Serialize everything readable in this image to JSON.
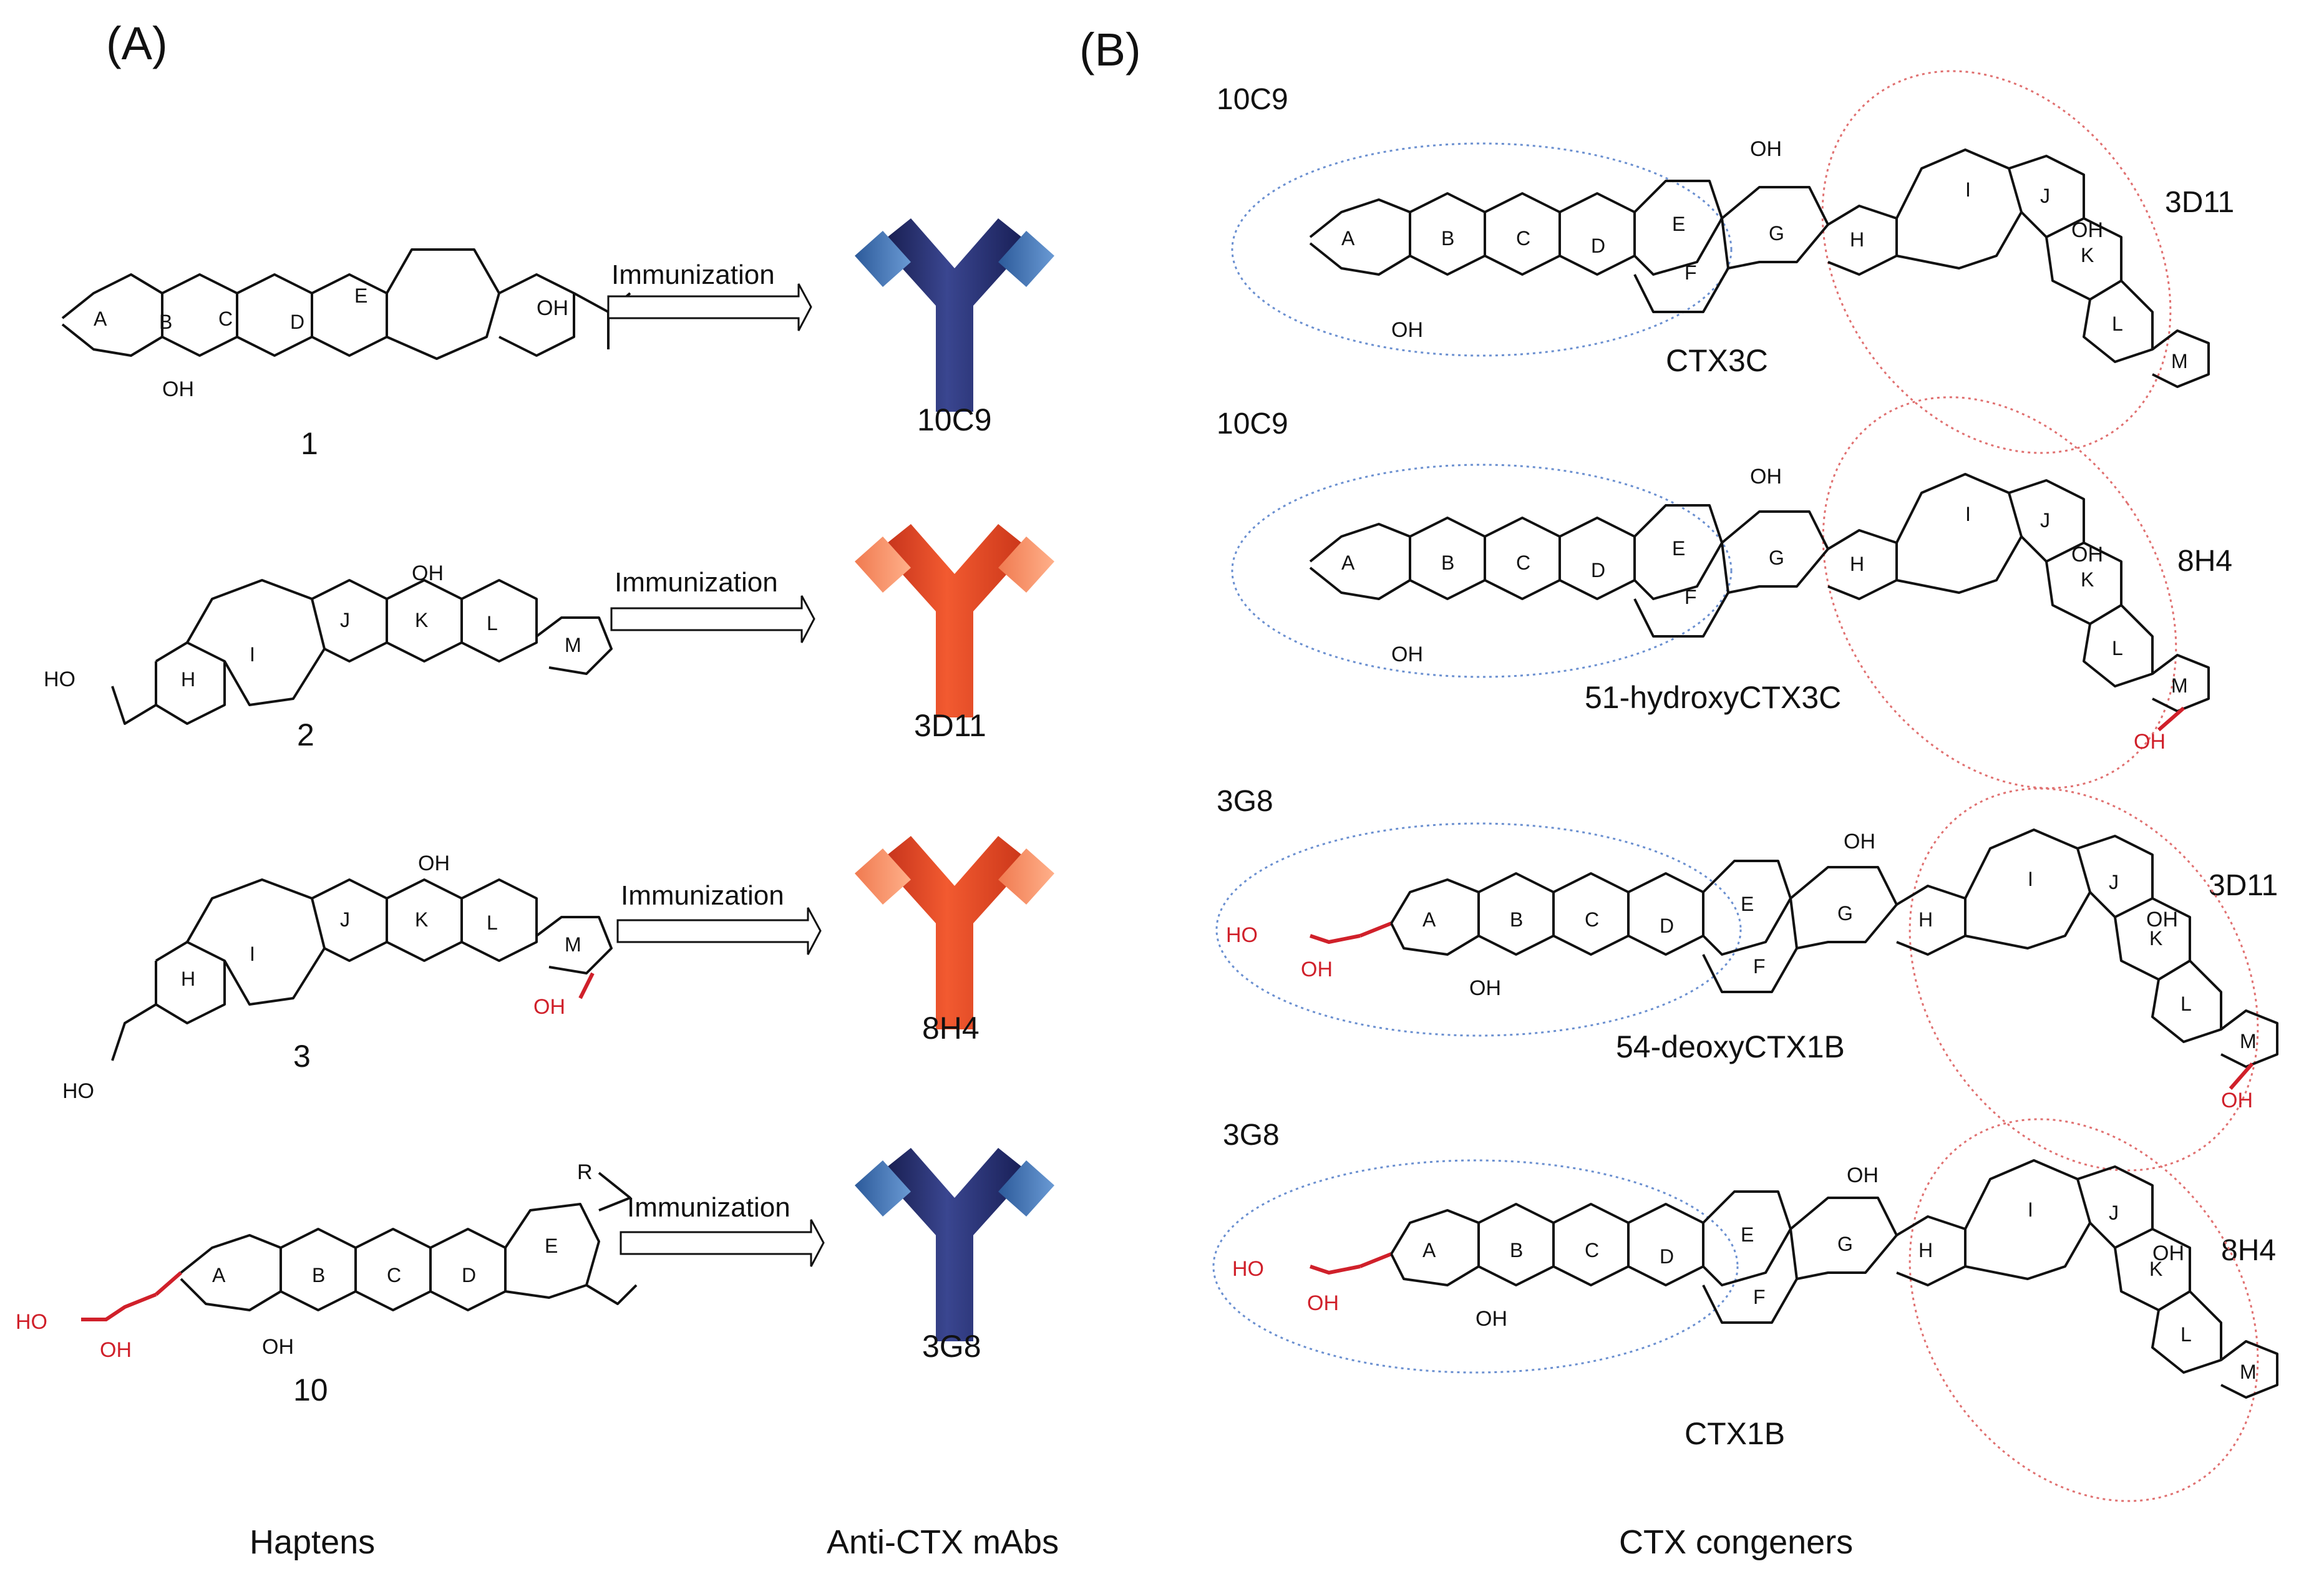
{
  "panels": {
    "a": "(A)",
    "b": "(B)"
  },
  "colors": {
    "blue_antibody": "#26306f",
    "red_antibody": "#e6482a",
    "blue_ellipse": "#6a8fd0",
    "red_ellipse": "#e07070",
    "highlight": "#d0202a"
  },
  "immunization_label": "Immunization",
  "haptens": [
    {
      "number": "1",
      "rings": [
        "A",
        "B",
        "C",
        "D",
        "E"
      ],
      "substituents": [
        "OH",
        "OH"
      ],
      "antibody": "10C9",
      "antibody_color": "blue"
    },
    {
      "number": "2",
      "rings": [
        "H",
        "I",
        "J",
        "K",
        "L",
        "M"
      ],
      "substituents": [
        "OH",
        "HO"
      ],
      "antibody": "3D11",
      "antibody_color": "red"
    },
    {
      "number": "3",
      "rings": [
        "H",
        "I",
        "J",
        "K",
        "L",
        "M"
      ],
      "substituents": [
        "OH",
        "HO",
        "OH"
      ],
      "antibody": "8H4",
      "antibody_color": "red"
    },
    {
      "number": "10",
      "rings": [
        "A",
        "B",
        "C",
        "D",
        "E"
      ],
      "substituents": [
        "R",
        "OH",
        "HO",
        "OH"
      ],
      "antibody": "3G8",
      "antibody_color": "blue"
    }
  ],
  "congeners": [
    {
      "name": "CTX3C",
      "left_mab": "10C9",
      "right_mab": "3D11",
      "rings": [
        "A",
        "B",
        "C",
        "D",
        "E",
        "F",
        "G",
        "H",
        "I",
        "J",
        "K",
        "L",
        "M"
      ],
      "substituents": [
        "OH",
        "OH",
        "OH"
      ]
    },
    {
      "name": "51-hydroxyCTX3C",
      "left_mab": "10C9",
      "right_mab": "8H4",
      "rings": [
        "A",
        "B",
        "C",
        "D",
        "E",
        "F",
        "G",
        "H",
        "I",
        "J",
        "K",
        "L",
        "M"
      ],
      "substituents": [
        "OH",
        "OH",
        "OH",
        "OH"
      ]
    },
    {
      "name": "54-deoxyCTX1B",
      "left_mab": "3G8",
      "right_mab": "3D11",
      "rings": [
        "A",
        "B",
        "C",
        "D",
        "E",
        "F",
        "G",
        "H",
        "I",
        "J",
        "K",
        "L",
        "M"
      ],
      "substituents": [
        "HO",
        "OH",
        "OH",
        "OH",
        "OH",
        "OH"
      ]
    },
    {
      "name": "CTX1B",
      "left_mab": "3G8",
      "right_mab": "8H4",
      "rings": [
        "A",
        "B",
        "C",
        "D",
        "E",
        "F",
        "G",
        "H",
        "I",
        "J",
        "K",
        "L",
        "M"
      ],
      "substituents": [
        "HO",
        "OH",
        "OH",
        "OH",
        "OH"
      ]
    }
  ],
  "footer": {
    "haptens": "Haptens",
    "mabs": "Anti-CTX mAbs",
    "congeners": "CTX congeners"
  }
}
